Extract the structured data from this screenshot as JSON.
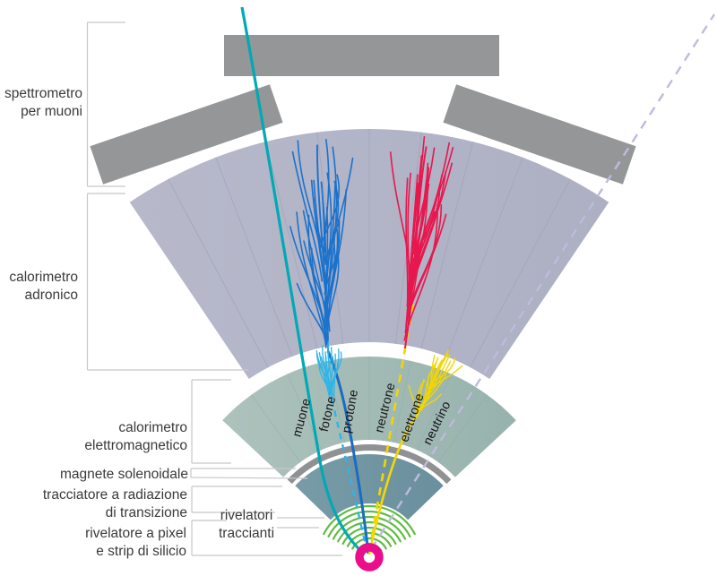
{
  "figure_type": "particle-detector-cross-section-infographic",
  "labels": {
    "muon_spectrometer": {
      "line1": "spettrometro",
      "line2": "per muoni"
    },
    "hadronic_calorimeter": {
      "line1": "calorimetro",
      "line2": "adronico"
    },
    "em_calorimeter": {
      "line1": "calorimetro",
      "line2": "elettromagnetico"
    },
    "solenoid_magnet": {
      "line1": "magnete solenoidale"
    },
    "transition_tracker": {
      "line1": "tracciatore a radiazione",
      "line2": "di transizione"
    },
    "tracking_detectors": {
      "line1": "rivelatori",
      "line2": "traccianti"
    },
    "pixel_strip_detector": {
      "line1": "rivelatore a pixel",
      "line2": "e strip di silicio"
    }
  },
  "particles": [
    {
      "name": "muone",
      "color": "#00a9b5",
      "line": "solid"
    },
    {
      "name": "fotone",
      "color": "#2fb4e9",
      "line": "dashed"
    },
    {
      "name": "protone",
      "color": "#1a6cc2",
      "line": "solid"
    },
    {
      "name": "neutrone",
      "color": "#f2d600",
      "line": "dashed"
    },
    {
      "name": "elettrone",
      "color": "#f5d800",
      "line": "solid"
    },
    {
      "name": "neutrino",
      "color": "#bfbade",
      "line": "dashed"
    }
  ],
  "colors": {
    "hadronic_calorimeter_light": "#b7b9cb",
    "hadronic_calorimeter_dark": "#adafc3",
    "hadronic_segments": "#a3a5ba",
    "em_calorimeter_light": "#aec2bc",
    "em_calorimeter_dark": "#97b2ad",
    "em_segments": "#8fa9a4",
    "transition_tracker_light": "#789ba7",
    "transition_tracker_dark": "#6a909d",
    "solenoid_magnet": "#8f9193",
    "muon_chambers": "#949698",
    "tracker_arcs": "#62bb45",
    "beam_pipe": "#ea0d8c",
    "proton_shower": "#1b72cc",
    "neutron_shower": "#e8174e",
    "photon_shower": "#2fb4e9",
    "electron_shower": "#f2d600",
    "leader_lines": "#c8c8c8",
    "label_text": "#3a3a3a"
  }
}
